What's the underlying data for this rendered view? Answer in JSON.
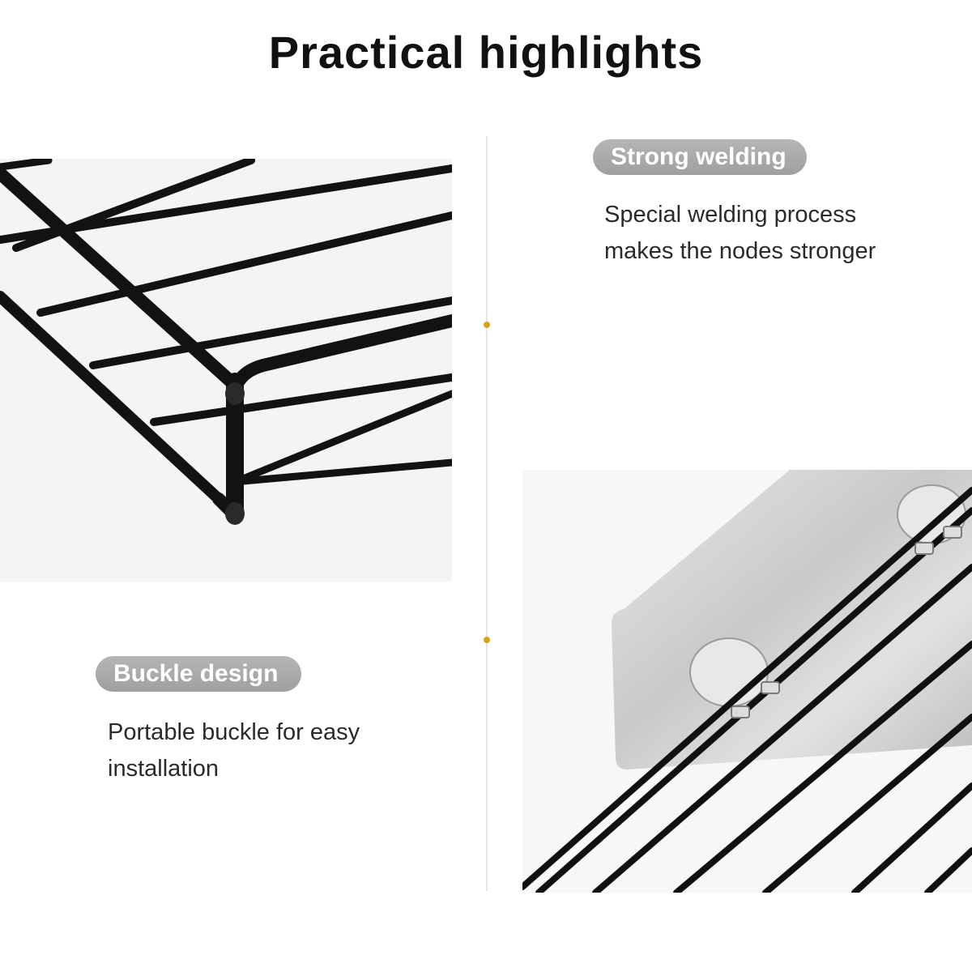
{
  "title": "Practical highlights",
  "features": [
    {
      "label": "Strong welding",
      "description_lines": [
        "Special welding process",
        "makes the nodes stronger"
      ],
      "image_icon": "wire-rack-corner-image"
    },
    {
      "label": "Buckle design",
      "description_lines": [
        "Portable buckle for easy",
        "installation"
      ],
      "image_icon": "adhesive-buckle-image"
    }
  ],
  "colors": {
    "accent_dot": "#d9a21b",
    "pill_bg": "#aaaaaa",
    "rack_metal": "#111111"
  }
}
